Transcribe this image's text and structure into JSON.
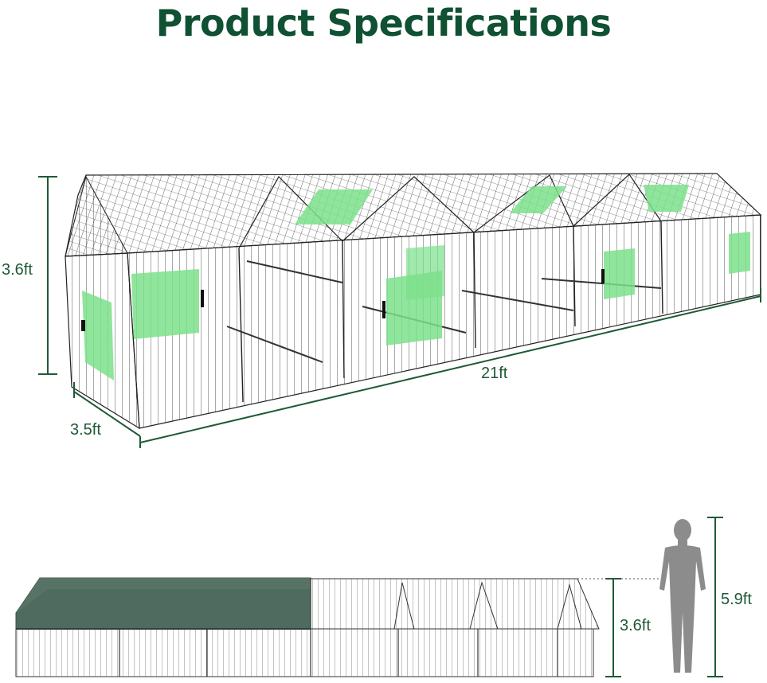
{
  "title": "Product Specifications",
  "dimensions": {
    "height": "3.6ft",
    "depth": "3.5ft",
    "length": "21ft",
    "height_covered": "3.6ft",
    "person_height": "5.9ft"
  },
  "colors": {
    "brand_green": "#0f5132",
    "dimension_line": "#1f5a36",
    "door_panel": "#7be08a",
    "cover": "#4f6a5e",
    "wire": "#222222",
    "person": "#8c8c8c"
  }
}
